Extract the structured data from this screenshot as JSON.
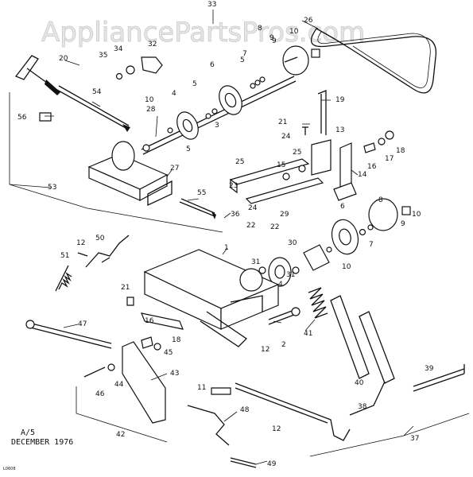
{
  "watermark": "AppliancePartsPros.com",
  "footer": {
    "line1": "A/5",
    "line2": "DECEMBER 1976"
  },
  "corner_code": "L0608",
  "labels": [
    "33",
    "26",
    "20",
    "35",
    "34",
    "32",
    "8",
    "7",
    "9",
    "10",
    "5",
    "6",
    "4",
    "3",
    "54",
    "56",
    "28",
    "19",
    "21",
    "24",
    "13",
    "18",
    "17",
    "16",
    "25",
    "15",
    "27",
    "23",
    "14",
    "53",
    "55",
    "36",
    "22",
    "29",
    "30",
    "31",
    "1",
    "12",
    "50",
    "51",
    "2",
    "41",
    "47",
    "45",
    "40",
    "39",
    "11",
    "43",
    "46",
    "44",
    "48",
    "38",
    "42",
    "37",
    "49"
  ]
}
